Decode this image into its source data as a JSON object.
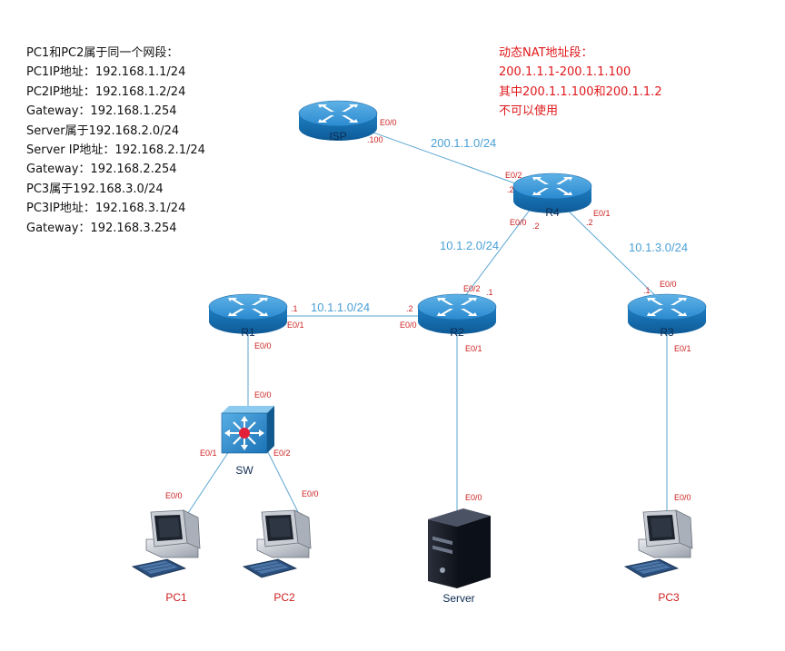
{
  "notes_left": [
    "PC1和PC2属于同一个网段：",
    "PC1IP地址：192.168.1.1/24",
    "PC2IP地址：192.168.1.2/24",
    "Gateway：192.168.1.254",
    "Server属于192.168.2.0/24",
    "Server IP地址：192.168.2.1/24",
    "Gateway：192.168.2.254",
    "PC3属于192.168.3.0/24",
    "PC3IP地址：192.168.3.1/24",
    "Gateway：192.168.3.254"
  ],
  "notes_right": [
    "动态NAT地址段：",
    "200.1.1.1-200.1.1.100",
    "其中200.1.1.100和200.1.1.2",
    "不可以使用"
  ],
  "colors": {
    "link": "#5aa6d2",
    "port_label": "#cc1f1f",
    "network_label": "#4aa0d6",
    "router_body": "#1a7fc2",
    "note_red": "#e0191c"
  },
  "devices": {
    "isp": {
      "name": "ISP",
      "icon": "router-icon"
    },
    "r4": {
      "name": "R4",
      "icon": "router-icon"
    },
    "r1": {
      "name": "R1",
      "icon": "router-icon"
    },
    "r2": {
      "name": "R2",
      "icon": "router-icon"
    },
    "r3": {
      "name": "R3",
      "icon": "router-icon"
    },
    "sw": {
      "name": "SW",
      "icon": "multilayer-switch-icon"
    },
    "pc1": {
      "name": "PC1",
      "icon": "workstation-icon"
    },
    "pc2": {
      "name": "PC2",
      "icon": "workstation-icon"
    },
    "server": {
      "name": "Server",
      "icon": "server-tower-icon"
    },
    "pc3": {
      "name": "PC3",
      "icon": "workstation-icon"
    }
  },
  "networks": {
    "isp_r4": "200.1.1.0/24",
    "r4_r2": "10.1.2.0/24",
    "r4_r3": "10.1.3.0/24",
    "r1_r2": "10.1.1.0/24"
  },
  "ports": {
    "isp_e00": "E0/0",
    "isp_addr": ".100",
    "r4_e02": "E0/2",
    "r4_e02_addr": ".2",
    "r4_e00": "E0/0",
    "r4_e00_addr": ".2",
    "r4_e01": "E0/1",
    "r4_e01_addr": ".2",
    "r2_e02": "E0/2",
    "r2_e02_addr": ".1",
    "r2_e00": "E0/0",
    "r2_e00_addr": ".2",
    "r2_e01": "E0/1",
    "r3_e00": "E0/0",
    "r3_e00_addr": ".1",
    "r3_e01": "E0/1",
    "r1_e01": "E0/1",
    "r1_e01_addr": ".1",
    "r1_e00": "E0/0",
    "sw_e00": "E0/0",
    "sw_e01": "E0/1",
    "sw_e02": "E0/2",
    "pc1_e00": "E0/0",
    "pc2_e00": "E0/0",
    "server_e00": "E0/0",
    "pc3_e00": "E0/0"
  }
}
